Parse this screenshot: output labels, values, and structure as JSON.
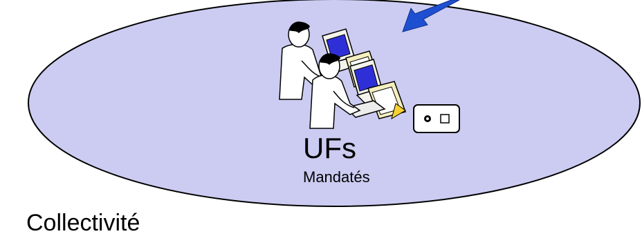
{
  "diagram": {
    "ellipse_fill": "#ccccf2",
    "ellipse_stroke": "#000000",
    "arrow_color": "#1f4fd1",
    "labels": {
      "main": "UFs",
      "sub": "Mandatés",
      "outer": "Collectivité"
    },
    "icons": {
      "operators": "computer-operators-icon",
      "device": "card-reader-icon",
      "arrow": "incoming-arrow-icon"
    }
  }
}
